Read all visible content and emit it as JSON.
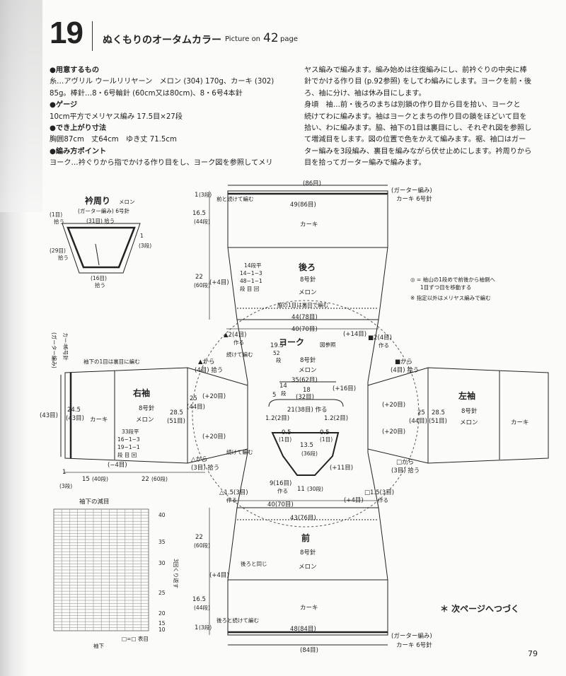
{
  "header": {
    "number": "19",
    "title": "ぬくもりのオータムカラー",
    "picture_on": "Picture on",
    "picture_page": "42",
    "page_word": "page"
  },
  "left_col": [
    {
      "t": "●用意するもの",
      "b": true
    },
    {
      "t": "糸…アヴリル ウールリリヤーン　メロン (304) 170g、カーキ (302)",
      "b": false
    },
    {
      "t": "85g。棒針…8・6号輪針 (60cm又は80cm)、8・6号4本針",
      "b": false
    },
    {
      "t": "●ゲージ",
      "b": true
    },
    {
      "t": "10cm平方でメリヤス編み 17.5目×27段",
      "b": false
    },
    {
      "t": "●でき上がり寸法",
      "b": true
    },
    {
      "t": "胸囲87cm　丈64cm　ゆき丈 71.5cm",
      "b": false
    },
    {
      "t": "●編み方ポイント",
      "b": true
    },
    {
      "t": "ヨーク…衿ぐりから指でかける作り目をし、ヨーク図を参照してメリ",
      "b": false
    }
  ],
  "right_col": [
    "ヤス編みで編みます。編み始めは往復編みにし、前衿ぐりの中央に棒",
    "針でかける作り目 (p.92参照) をしてわ編みにします。ヨークを前・後",
    "ろ、袖に分け、袖は休み目にします。",
    "身頃　袖…前・後ろのまちは別鎖の作り目から目を拾い、ヨークと",
    "続けてわに編みます。袖はヨークとまちの作り目の鎖をほどいて目を",
    "拾い、わに編みます。脇、袖下の1目は裏目にし、それぞれ図を参照し",
    "て増減目をします。図の位置で色をかえて編みます。裾、袖口はガー",
    "ター編みを3段編み、裏目を編みながら伏せ止めにします。衿周りから",
    "目を拾ってガーター編みで編みます。"
  ],
  "neckband": {
    "title": "衿周り",
    "color": "メロン",
    "stitch": "(ガーター編み) 6号針",
    "top": "(31目) 拾う",
    "left_top": "(1目)",
    "left_top2": "拾う",
    "left_mid": "(29目)",
    "left_mid2": "拾う",
    "bottom": "(16目)",
    "bottom2": "拾う",
    "right1": "1",
    "right2": "(3段)"
  },
  "back": {
    "top_total": "(86目)",
    "hem_label": "(ガーター編み)",
    "hem_needle": "カーキ 6号針",
    "rib_count": "49(86目)",
    "khaki": "カーキ",
    "name": "後ろ",
    "needle": "8号針",
    "color": "メロン",
    "dec_note": "14段平",
    "dec1": "14−1−3",
    "dec2": "48−1−1",
    "dec3": "段 目 回",
    "side": "脇の1目は裏目で編む",
    "width": "44(78目)",
    "yoke_width": "40(70目)",
    "plus": "(+4目)",
    "plus14": "(+14目)",
    "cont_note": "前と続けて編む",
    "h1": "1",
    "h1b": "(3段)",
    "h2": "16.5",
    "h2b": "(44段)",
    "h3": "22",
    "h3b": "(60段)",
    "plus4": "(+4目)"
  },
  "front": {
    "name": "前",
    "needle": "8号針",
    "color": "メロン",
    "khaki": "カーキ",
    "width": "43(76目)",
    "yoke_width": "40(70目)",
    "rib_count": "48(84目)",
    "bottom_total": "(84目)",
    "hem_label": "(ガーター編み)",
    "hem_needle": "カーキ 6号針",
    "same_back": "後ろと同じ",
    "plus4": "(+4目)",
    "cont_note": "後ろと続けて編む",
    "h1": "22",
    "h1b": "(60段)",
    "h2": "16.5",
    "h2b": "(44段)",
    "h3": "1",
    "h3b": "(3段)"
  },
  "yoke": {
    "name": "ヨーク",
    "ref": "図参照",
    "needle": "8号針",
    "color": "メロン",
    "top_w": "35(62目)",
    "h196": "19.5",
    "h52": "52",
    "h52b": "段",
    "d14": "14",
    "d14b": "段",
    "d5": "5",
    "d18": "18",
    "d32": "(32目)",
    "plus16": "(+16目)",
    "neck21": "21(38目) 作る",
    "n12a": "1.2(2目)",
    "n12b": "1.2(2目)",
    "n05a": "0.5",
    "n05b": "0.5",
    "n1a": "(1目)",
    "n1b": "(1目)",
    "n135": "13.5",
    "n36": "(36段)",
    "plus11": "(+11目)",
    "cast9": "9(16目)",
    "cast9b": "作る",
    "n11": "11",
    "n30": "(30段)",
    "tri_a": "▲2(4目)",
    "tri_a2": "作る",
    "sq_a": "■2(4目)",
    "sq_a2": "作る",
    "tri_b": "△1.5(3目)",
    "tri_b2": "作る",
    "sq_b": "□1.5(3目)",
    "sq_b2": "作る",
    "cont1": "続けて編む",
    "cont2": "続けて編む",
    "plus20a": "(+20目)",
    "plus20b": "(+20目)",
    "plus20c": "(+20目)",
    "plus20d": "(+20目)",
    "plus4b": "(+4目)",
    "n40": "40(70目)"
  },
  "right_sleeve": {
    "name": "右袖",
    "needle": "8号針",
    "color": "メロン",
    "khaki": "カーキ",
    "garter": "(ガーター編み)",
    "garter2": "カーキ",
    "garter3": "6号針",
    "under_note": "袖下の1目は裏目に編む",
    "w43": "(43目)",
    "w245": "24.5",
    "w245b": "(43目)",
    "w25": "25",
    "w25b": "(44目)",
    "w285": "28.5",
    "w285b": "(51目)",
    "dec1": "33段平",
    "dec2": "16−1−3",
    "dec3": "19−1−1",
    "dec4": "段 目 回",
    "from_a": "▲から",
    "from_a2": "(4目) 拾う",
    "from_b": "△から",
    "from_b2": "(3目) 拾う",
    "minus4": "(−4目)",
    "l15": "15",
    "l40": "(40段)",
    "l22": "22",
    "l60": "(60段)",
    "l1": "1",
    "l3": "(3段)"
  },
  "left_sleeve": {
    "name": "左袖",
    "needle": "8号針",
    "color": "メロン",
    "khaki": "カーキ",
    "from_a": "■から",
    "from_a2": "(4目) 拾う",
    "from_b": "□から",
    "from_b2": "(3目) 拾う",
    "w25": "25",
    "w25b": "(44目)",
    "w285": "28.5",
    "w285b": "(51目)"
  },
  "legend": {
    "l1": "◎ = 袖山の1段めで前後から袖側へ",
    "l1b": "1目ずつ目を移動する",
    "l2": "※ 指定以外はメリヤス編みで編む"
  },
  "chart": {
    "title": "袖下の減目",
    "repeat": "3回くり返す",
    "under": "袖下",
    "key": "□=□ 表目",
    "rows": [
      "40",
      "35",
      "30",
      "25",
      "20",
      "15",
      "10"
    ]
  },
  "footer": {
    "continue": "＊ 次ページへつづく",
    "page": "79"
  }
}
